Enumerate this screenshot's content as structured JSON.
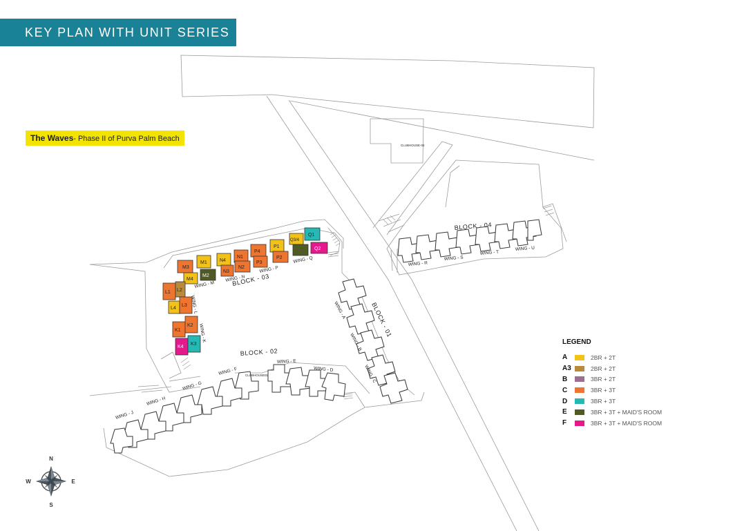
{
  "header": {
    "title": "KEY PLAN WITH UNIT SERIES"
  },
  "subtitle": {
    "bold": "The Waves",
    "rest": "- Phase II of Purva Palm Beach"
  },
  "blocks": {
    "b01": "BLOCK - 01",
    "b02": "BLOCK - 02",
    "b03": "BLOCK - 03",
    "b04": "BLOCK - 04"
  },
  "clubhouses": {
    "c01": "CLUBHOUSE01",
    "c02": "CLUBHOUSE-02"
  },
  "wings": {
    "a": "WING - A",
    "b": "WING - B",
    "c": "WING - C",
    "d": "WING - D",
    "e": "WING - E",
    "f": "WING - F",
    "g": "WING - G",
    "h": "WING - H",
    "j": "WING - J",
    "k": "WING - K",
    "l": "WING - L",
    "m": "WING - M",
    "n": "WING - N",
    "p": "WING - P",
    "q": "WING - Q",
    "r": "WING - R",
    "s": "WING - S",
    "t": "WING - T",
    "u": "WING - U"
  },
  "units": [
    "M3",
    "M1",
    "N4",
    "N1",
    "P4",
    "P1",
    "Q3/4",
    "Q1",
    "Q2",
    "M4",
    "M2",
    "N3",
    "N2",
    "P3",
    "P2",
    "L1",
    "L2",
    "L4",
    "L3",
    "K1",
    "K2",
    "K4",
    "K3"
  ],
  "legend": {
    "title": "LEGEND",
    "items": [
      {
        "code": "A",
        "color": "#f2c218",
        "desc": "2BR + 2T"
      },
      {
        "code": "A3",
        "color": "#b88a3c",
        "desc": "2BR + 2T"
      },
      {
        "code": "B",
        "color": "#9e6e8e",
        "desc": "3BR + 2T"
      },
      {
        "code": "C",
        "color": "#ee7530",
        "desc": "3BR + 3T"
      },
      {
        "code": "D",
        "color": "#26b8b5",
        "desc": "3BR + 3T"
      },
      {
        "code": "E",
        "color": "#4f5a26",
        "desc": "3BR + 3T + MAID'S ROOM"
      },
      {
        "code": "F",
        "color": "#e5198c",
        "desc": "3BR + 3T + MAID'S ROOM"
      }
    ]
  },
  "compass": {
    "n": "N",
    "s": "S",
    "e": "E",
    "w": "W"
  }
}
